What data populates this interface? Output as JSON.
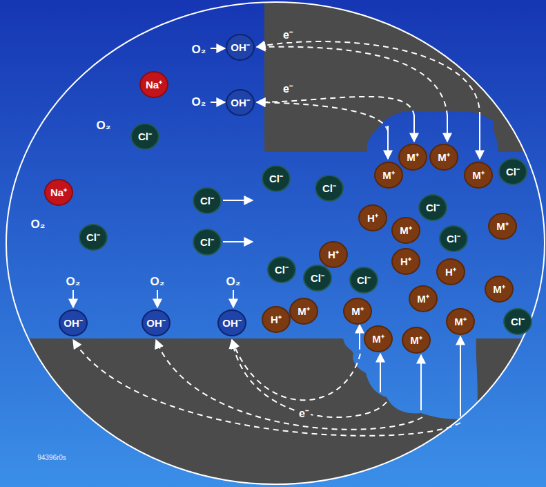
{
  "diagram": {
    "nodes": [
      {
        "text": [
          "OH⁻"
        ]
      },
      {
        "text": [
          "Na⁺"
        ]
      },
      {
        "text": [
          "OH⁻"
        ]
      },
      {
        "text": [
          "Cl⁻"
        ]
      },
      {
        "text": [
          "M⁺"
        ]
      },
      {
        "text": [
          "M⁺"
        ]
      },
      {
        "text": [
          "Cl⁻"
        ]
      },
      {
        "text": [
          "M⁺"
        ]
      },
      {
        "text": [
          "M⁺"
        ]
      },
      {
        "text": [
          "Cl⁻"
        ]
      },
      {
        "text": [
          "Cl⁻"
        ]
      },
      {
        "text": [
          "Na⁺"
        ]
      },
      {
        "text": [
          "Cl⁻"
        ]
      },
      {
        "text": [
          "Cl⁻"
        ]
      },
      {
        "text": [
          "H⁺"
        ]
      },
      {
        "text": [
          "M⁺"
        ]
      },
      {
        "text": [
          "M⁺"
        ]
      },
      {
        "text": [
          "Cl⁻"
        ]
      },
      {
        "text": [
          "Cl⁻"
        ]
      },
      {
        "text": [
          "Cl⁻"
        ]
      },
      {
        "text": [
          "H⁺"
        ]
      },
      {
        "text": [
          "H⁺"
        ]
      },
      {
        "text": [
          "Cl⁻"
        ]
      },
      {
        "text": [
          "H⁺"
        ]
      },
      {
        "text": [
          "Cl⁻"
        ]
      },
      {
        "text": [
          "Cl⁻"
        ]
      },
      {
        "text": [
          "M⁺"
        ]
      },
      {
        "text": [
          "M⁺"
        ]
      },
      {
        "text": [
          "M⁺"
        ]
      },
      {
        "text": [
          "M⁺"
        ]
      },
      {
        "text": [
          "H⁺"
        ]
      },
      {
        "text": [
          "Cl⁻"
        ]
      },
      {
        "text": [
          "M⁺"
        ]
      },
      {
        "text": [
          "OH⁻"
        ]
      },
      {
        "text": [
          "OH⁻"
        ]
      },
      {
        "text": [
          "OH⁻"
        ]
      },
      {
        "text": [
          "M⁺"
        ]
      },
      {
        "text": [
          "M⁺"
        ]
      }
    ],
    "labels": [
      "O₂",
      "O₂",
      "O₂",
      "O₂",
      "O₂",
      "O₂",
      "O₂",
      "e⁻",
      "e⁻",
      "e⁻",
      "94396r0s"
    ]
  }
}
